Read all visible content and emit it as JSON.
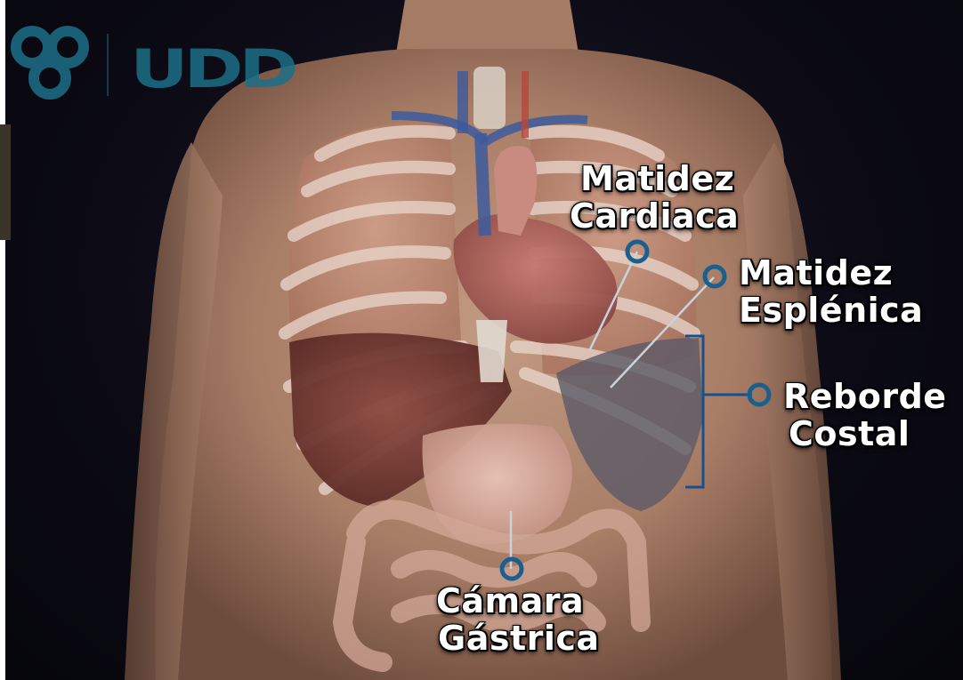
{
  "logo": {
    "text": "UDD",
    "color": "#1c6f87"
  },
  "annotations": {
    "cardiac": {
      "line1": "Matidez",
      "line2": "Cardiaca"
    },
    "splenic": {
      "line1": "Matidez",
      "line2": "Esplénica"
    },
    "costal": {
      "line1": "Reborde",
      "line2": "Costal"
    },
    "gastric": {
      "line1": "Cámara",
      "line2": "Gástrica"
    }
  },
  "colors": {
    "marker": "#1a5f8e",
    "leader": "#c8d3dc",
    "bracket": "#1a4f8e"
  }
}
